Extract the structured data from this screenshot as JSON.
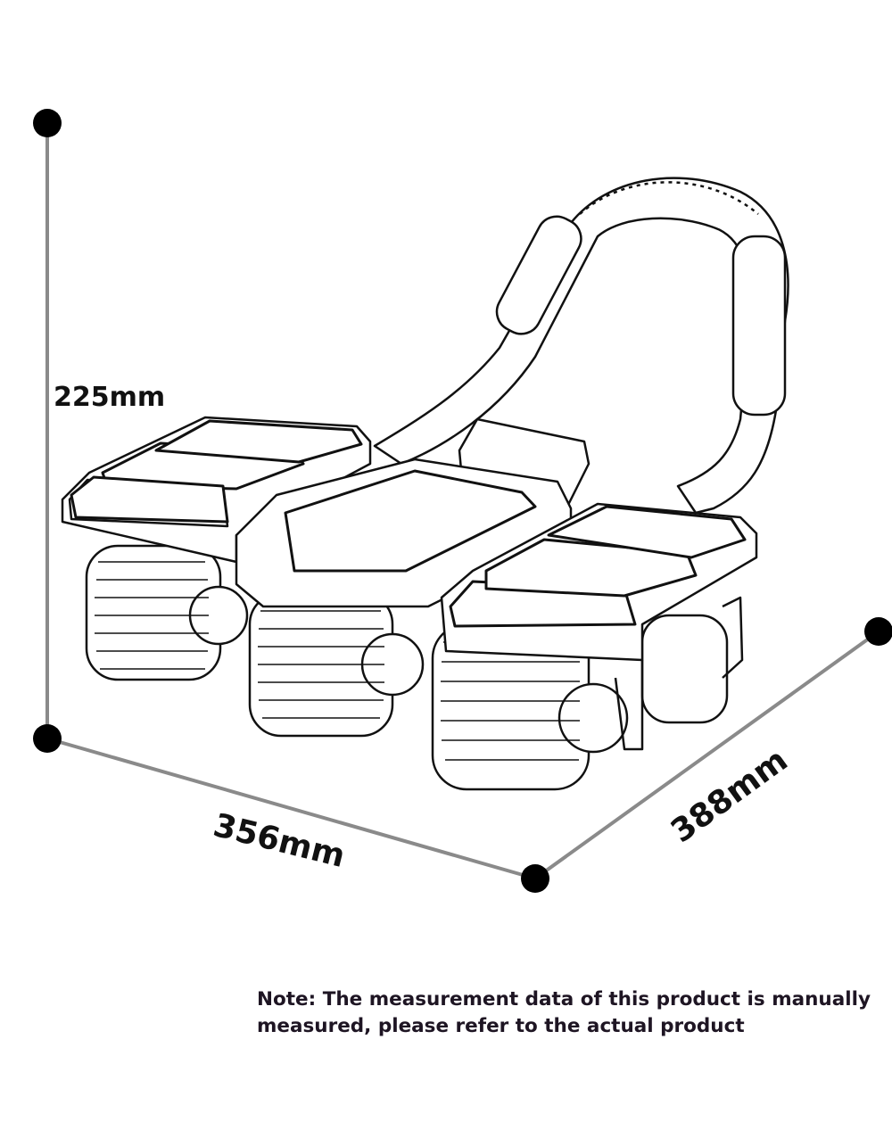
{
  "dimensions": {
    "height": "225mm",
    "width": "356mm",
    "depth": "388mm"
  },
  "note": {
    "line1": "Note: The measurement data of this product is manually",
    "line2": "measured, please refer to the actual product"
  },
  "colors": {
    "dimension_line": "#8a8a8a",
    "dot": "#000000",
    "note_text": "#1e1523",
    "outline": "#111111"
  }
}
